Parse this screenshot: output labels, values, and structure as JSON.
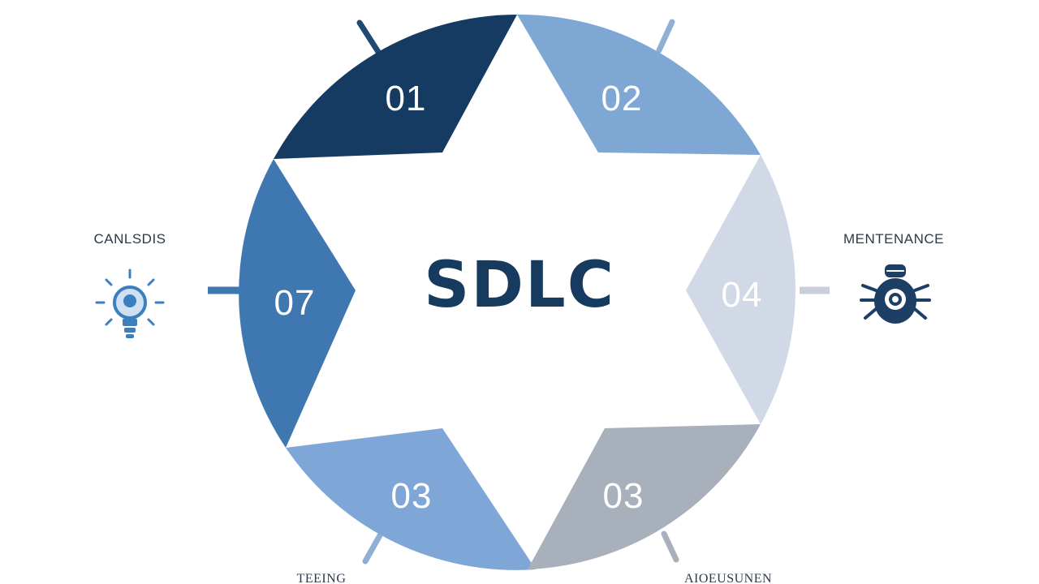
{
  "title": "SDLC",
  "segments": [
    {
      "number": "01",
      "color": "#163b62"
    },
    {
      "number": "02",
      "color": "#7fa7d4"
    },
    {
      "number": "07",
      "color": "#3f78b0"
    },
    {
      "number": "04",
      "color": "#d1d9e6"
    },
    {
      "number": "03",
      "color": "#7ea6d6"
    },
    {
      "number": "03",
      "color": "#a8b0bb"
    }
  ],
  "labels": {
    "left": "CANLSDIS",
    "right": "MENTENANCE",
    "bottom_left": "TEEING",
    "bottom_right": "AIOEUSUNEN"
  },
  "icons": {
    "left": "lightbulb-icon",
    "right": "bug-icon"
  },
  "colors": {
    "title": "#173b5e",
    "connector_dark": "#1f4a73",
    "connector_light": "#8fb0d4",
    "connector_grey": "#c9cfd8",
    "icon_left": "#3b7fbf",
    "icon_right": "#1d3f66"
  }
}
